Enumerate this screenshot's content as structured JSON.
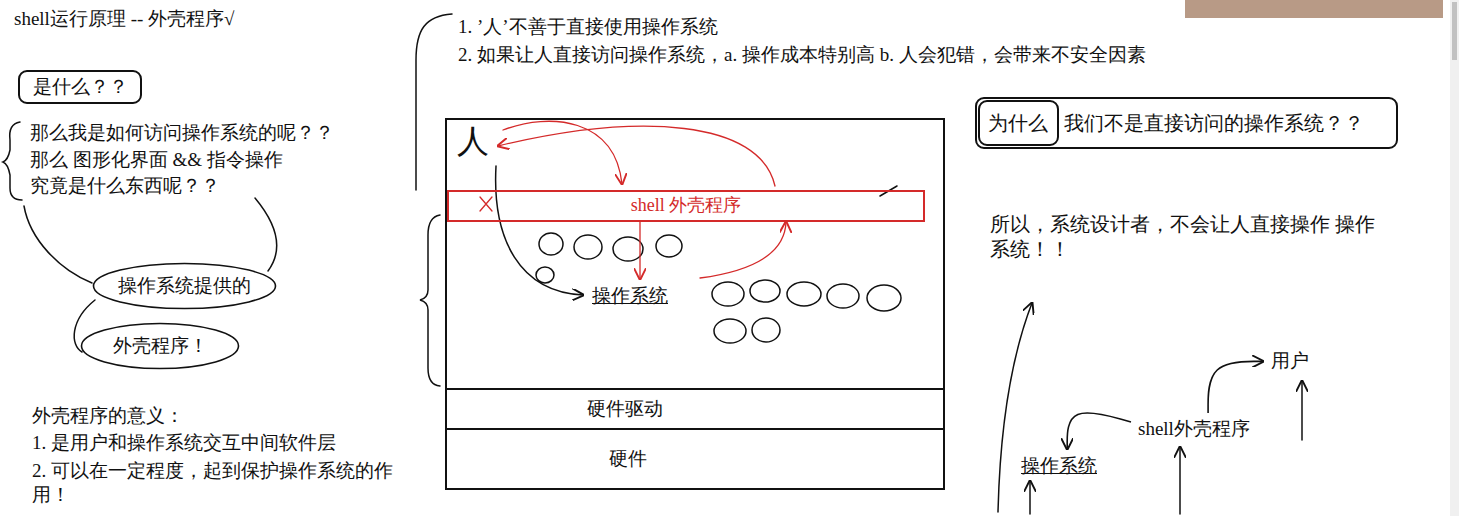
{
  "diagram": {
    "title": "shell运行原理 -- 外壳程序√",
    "nodes": [
      {
        "text": [
          "是什么？？"
        ]
      },
      {
        "text": [
          "操作系统提供的"
        ]
      },
      {
        "text": [
          "外壳程序！"
        ]
      },
      {
        "text": [
          "人",
          "操作系统"
        ]
      },
      {
        "text": [
          "shell 外壳程序"
        ],
        "in": 3
      },
      {
        "text": [
          "硬件驱动"
        ]
      },
      {
        "text": [
          "硬件"
        ]
      },
      {
        "text": [
          "我们不是直接访问的操作系统？？"
        ]
      },
      {
        "text": [
          "为什么"
        ],
        "in": 7
      },
      {
        "text": [
          "用户"
        ]
      },
      {
        "text": [
          "shell外壳程序"
        ]
      },
      {
        "text": [
          "操作系统"
        ]
      }
    ],
    "edges": [
      {
        "from": 10,
        "to": 9,
        "arrow": "to"
      },
      {
        "from": 10,
        "to": 11,
        "arrow": "to"
      }
    ],
    "labels": [
      "那么我是如何访问操作系统的呢？？",
      "那么 图形化界面 && 指令操作",
      "究竟是什么东西呢？？",
      "外壳程序的意义：",
      "1. 是用户和操作系统交互中间软件层",
      "2. 可以在一定程度，起到保护操作系统的作用！",
      "1. ’人’不善于直接使用操作系统",
      "2. 如果让人直接访问操作系统，a. 操作成本特别高 b. 人会犯错，会带来不安全因素",
      "所以，系统设计者，不会让人直接操作 操作系统！！"
    ]
  }
}
